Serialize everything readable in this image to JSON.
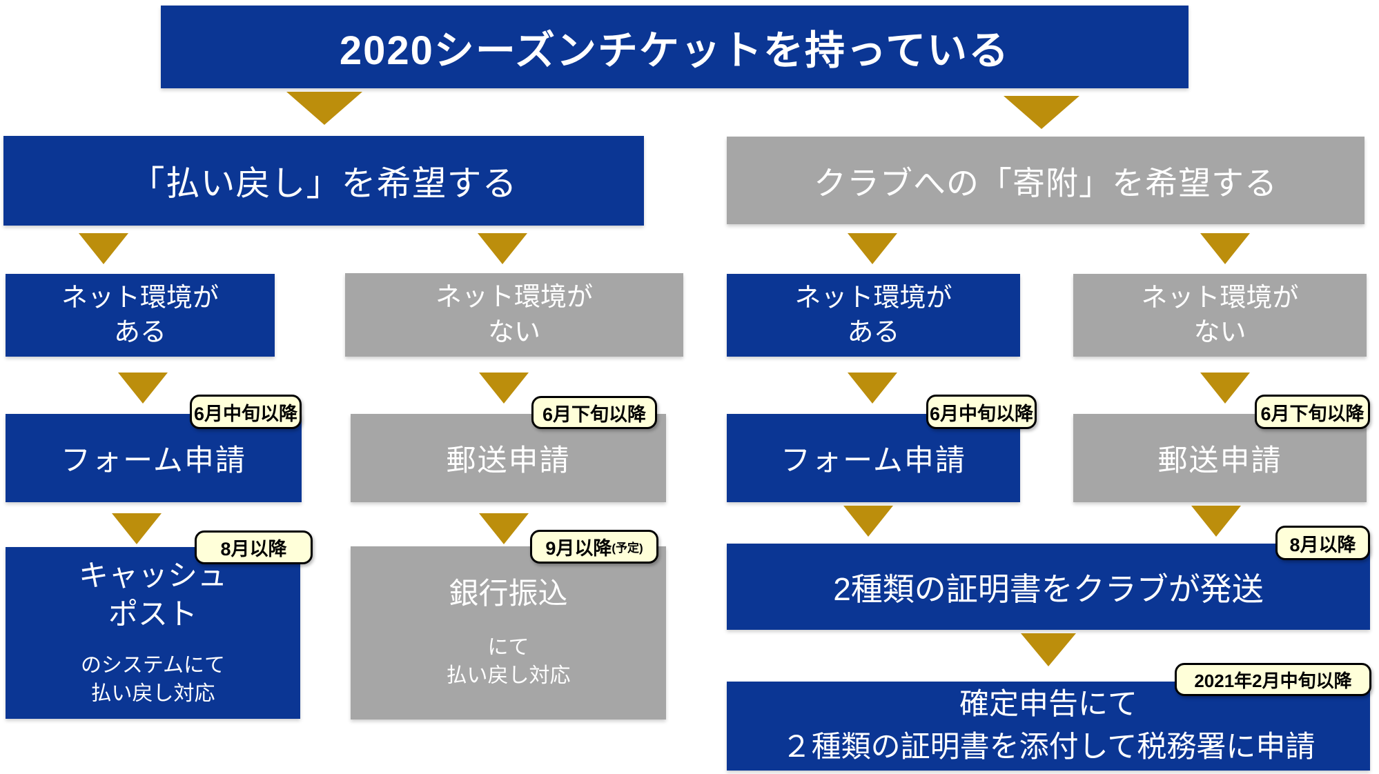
{
  "colors": {
    "box-blue": "#0B3694",
    "box-gray": "#A6A6A6",
    "arrow-gold": "#BC8E0C",
    "badge-bg": "#FFFFD9",
    "badge-border": "#000000"
  },
  "title": "2020シーズンチケットを持っている",
  "refund": {
    "branch_label": "「払い戻し」を希望する",
    "online": {
      "condition": {
        "line1": "ネット環境が",
        "line2": "ある"
      },
      "apply_label": "フォーム申請",
      "apply_badge": "6月中旬以降",
      "result": {
        "line1": "キャッシュ",
        "line2": "ポスト",
        "line3": "のシステムにて",
        "line4": "払い戻し対応"
      },
      "result_badge": "8月以降"
    },
    "offline": {
      "condition": {
        "line1": "ネット環境が",
        "line2": "ない"
      },
      "apply_label": "郵送申請",
      "apply_badge": "6月下旬以降",
      "result": {
        "line1": "銀行振込",
        "line2": "にて",
        "line3": "払い戻し対応"
      },
      "result_badge": "9月以降",
      "result_badge_note": "(予定)"
    }
  },
  "donation": {
    "branch_label": "クラブへの「寄附」を希望する",
    "online": {
      "condition": {
        "line1": "ネット環境が",
        "line2": "ある"
      },
      "apply_label": "フォーム申請",
      "apply_badge": "6月中旬以降"
    },
    "offline": {
      "condition": {
        "line1": "ネット環境が",
        "line2": "ない"
      },
      "apply_label": "郵送申請",
      "apply_badge": "6月下旬以降"
    },
    "send": {
      "label": "2種類の証明書をクラブが発送",
      "badge": "8月以降"
    },
    "tax": {
      "line1": "確定申告にて",
      "line2": "２種類の証明書を添付して税務署に申請",
      "badge": "2021年2月中旬以降"
    }
  }
}
